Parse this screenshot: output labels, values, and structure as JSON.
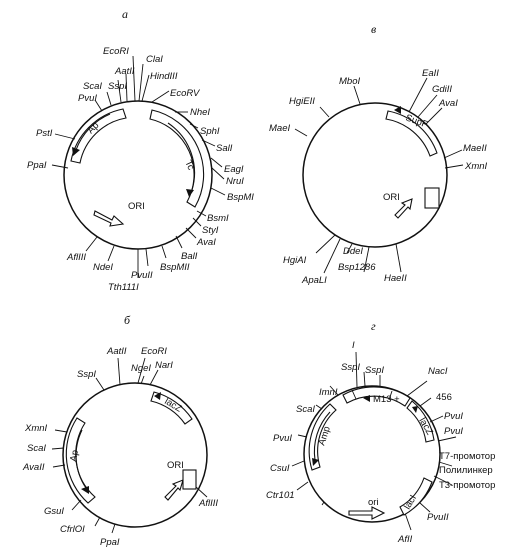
{
  "panels": [
    {
      "letter": "а",
      "sites": [
        "EcoRI",
        "ClaI",
        "HindIII",
        "EcoRV",
        "NheI",
        "SphI",
        "SalI",
        "EagI",
        "NruI",
        "BspMI",
        "BsmI",
        "StyI",
        "AvaI",
        "BalI",
        "BspMII",
        "PvuII",
        "Tth111I",
        "NdeI",
        "AflIII",
        "PpaI",
        "PstI",
        "PvuI",
        "ScaI",
        "SspI",
        "AatII"
      ],
      "genes": [
        "Ap",
        "Tc"
      ],
      "ori": "ORI"
    },
    {
      "letter": "в",
      "sites": [
        "MboI",
        "EaII",
        "GdiII",
        "AvaI",
        "MaeII",
        "XmnI",
        "HaeII",
        "Bsp1286",
        "DdeI",
        "ApaLI",
        "HgiAI",
        "MaeI",
        "HgiEII"
      ],
      "genes": [
        "SupF"
      ],
      "ori": "ORI"
    },
    {
      "letter": "б",
      "sites": [
        "AatII",
        "EcoRI",
        "NgeI",
        "NarI",
        "SspI",
        "XmnI",
        "ScaI",
        "AvaII",
        "GsuI",
        "CfrlOI",
        "PpaI",
        "AflIII"
      ],
      "genes": [
        "Ap",
        "lacZ"
      ],
      "ori": "ORI"
    },
    {
      "letter": "г",
      "sites": [
        "I",
        "SspI",
        "SspI",
        "NacI",
        "ImnI",
        "ScaI",
        "PvuI",
        "CsuI",
        "Ctr101",
        "456",
        "PvuI",
        "PvuI",
        "Т7-промотор",
        "Полилинкер",
        "Т3-промотор",
        "PvuII",
        "AfII"
      ],
      "genes": [
        "M13 +",
        "lacZ",
        "Amp",
        "lacI"
      ],
      "ori": "ori"
    }
  ]
}
